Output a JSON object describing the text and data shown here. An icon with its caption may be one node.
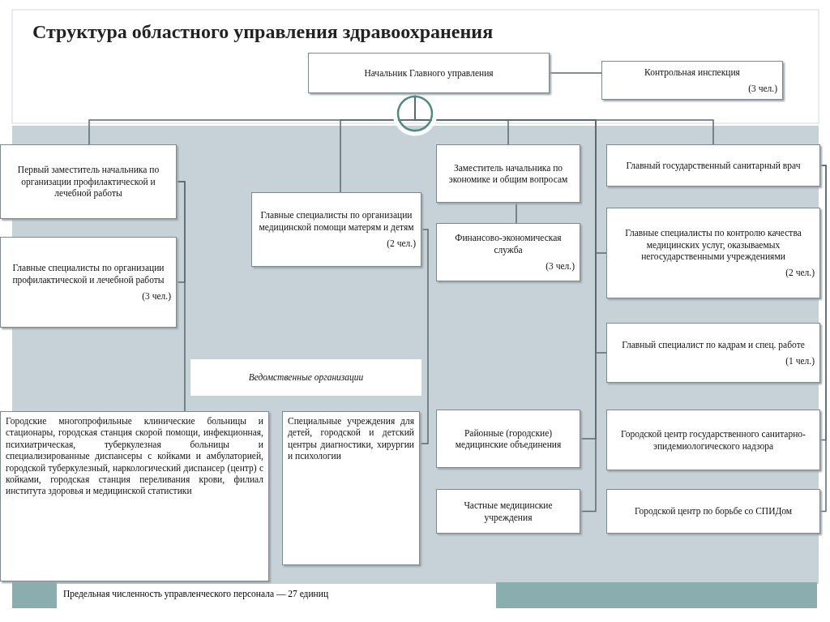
{
  "diagram": {
    "title": "Структура областного управления здравоохранения",
    "nodes": [
      {
        "text": [
          "Начальник Главного управления"
        ]
      },
      {
        "text": [
          "Контрольная инспекция",
          "(3 чел.)"
        ]
      },
      {
        "text": [
          "Первый заместитель начальника по организации профилактической и лечебной работы"
        ]
      },
      {
        "text": [
          "Главные специалисты по организации профилактической и лечебной работы",
          "(3 чел.)"
        ]
      },
      {
        "text": [
          "Главные специалисты по организации медицинской помощи матерям и детям",
          "(2 чел.)"
        ]
      },
      {
        "text": [
          "Заместитель начальника по экономике и общим вопросам"
        ]
      },
      {
        "text": [
          "Финансово-экономическая служба",
          "(3 чел.)"
        ]
      },
      {
        "text": [
          "Главный государственный санитарный врач"
        ]
      },
      {
        "text": [
          "Главные специалисты по контролю качества медицинских услуг, оказываемых негосударственными учреждениями",
          "(2 чел.)"
        ]
      },
      {
        "text": [
          "Главный специалист по кадрам и спец. работе",
          "(1 чел.)"
        ]
      },
      {
        "text": [
          "Ведомственные организации"
        ]
      },
      {
        "text": [
          "Городские многопрофильные клинические больницы и стационары, городская станция скорой помощи, инфекционная, психиатрическая, туберкулезная больницы и специализированные диспансеры с койками и амбулаторией, городской туберкулезный, наркологический диспансер (центр) с койками, городская станция переливания крови, филиал института здоровья и медицинской статистики"
        ]
      },
      {
        "text": [
          "Специальные учреждения для детей, городской и детский центры диагностики, хирургии и психологии"
        ]
      },
      {
        "text": [
          "Районные (городские) медицинские объединения"
        ]
      },
      {
        "text": [
          "Частные медицинские учреждения"
        ]
      },
      {
        "text": [
          "Городской центр государственного санитарно-эпидемиологического надзора"
        ]
      },
      {
        "text": [
          "Городской центр по борьбе со СПИДом"
        ]
      }
    ],
    "edges": [
      {
        "from": 0,
        "to": 1,
        "arrow": "none"
      },
      {
        "from": 0,
        "to": 2,
        "arrow": "none"
      },
      {
        "from": 0,
        "to": 4,
        "arrow": "none"
      },
      {
        "from": 0,
        "to": 5,
        "arrow": "none"
      },
      {
        "from": 0,
        "to": 7,
        "arrow": "none"
      },
      {
        "from": 0,
        "to": 8,
        "arrow": "none"
      },
      {
        "from": 0,
        "to": 9,
        "arrow": "none"
      },
      {
        "from": 0,
        "to": 13,
        "arrow": "none"
      },
      {
        "from": 0,
        "to": 14,
        "arrow": "none"
      },
      {
        "from": 2,
        "to": 3,
        "arrow": "none"
      },
      {
        "from": 2,
        "to": 11,
        "arrow": "none"
      },
      {
        "from": 4,
        "to": 12,
        "arrow": "none"
      },
      {
        "from": 5,
        "to": 6,
        "arrow": "none"
      },
      {
        "from": 7,
        "to": 15,
        "arrow": "none"
      },
      {
        "from": 7,
        "to": 16,
        "arrow": "none"
      }
    ],
    "labels": [
      "Предельная численность управленческого персонала — 27 единиц"
    ]
  }
}
